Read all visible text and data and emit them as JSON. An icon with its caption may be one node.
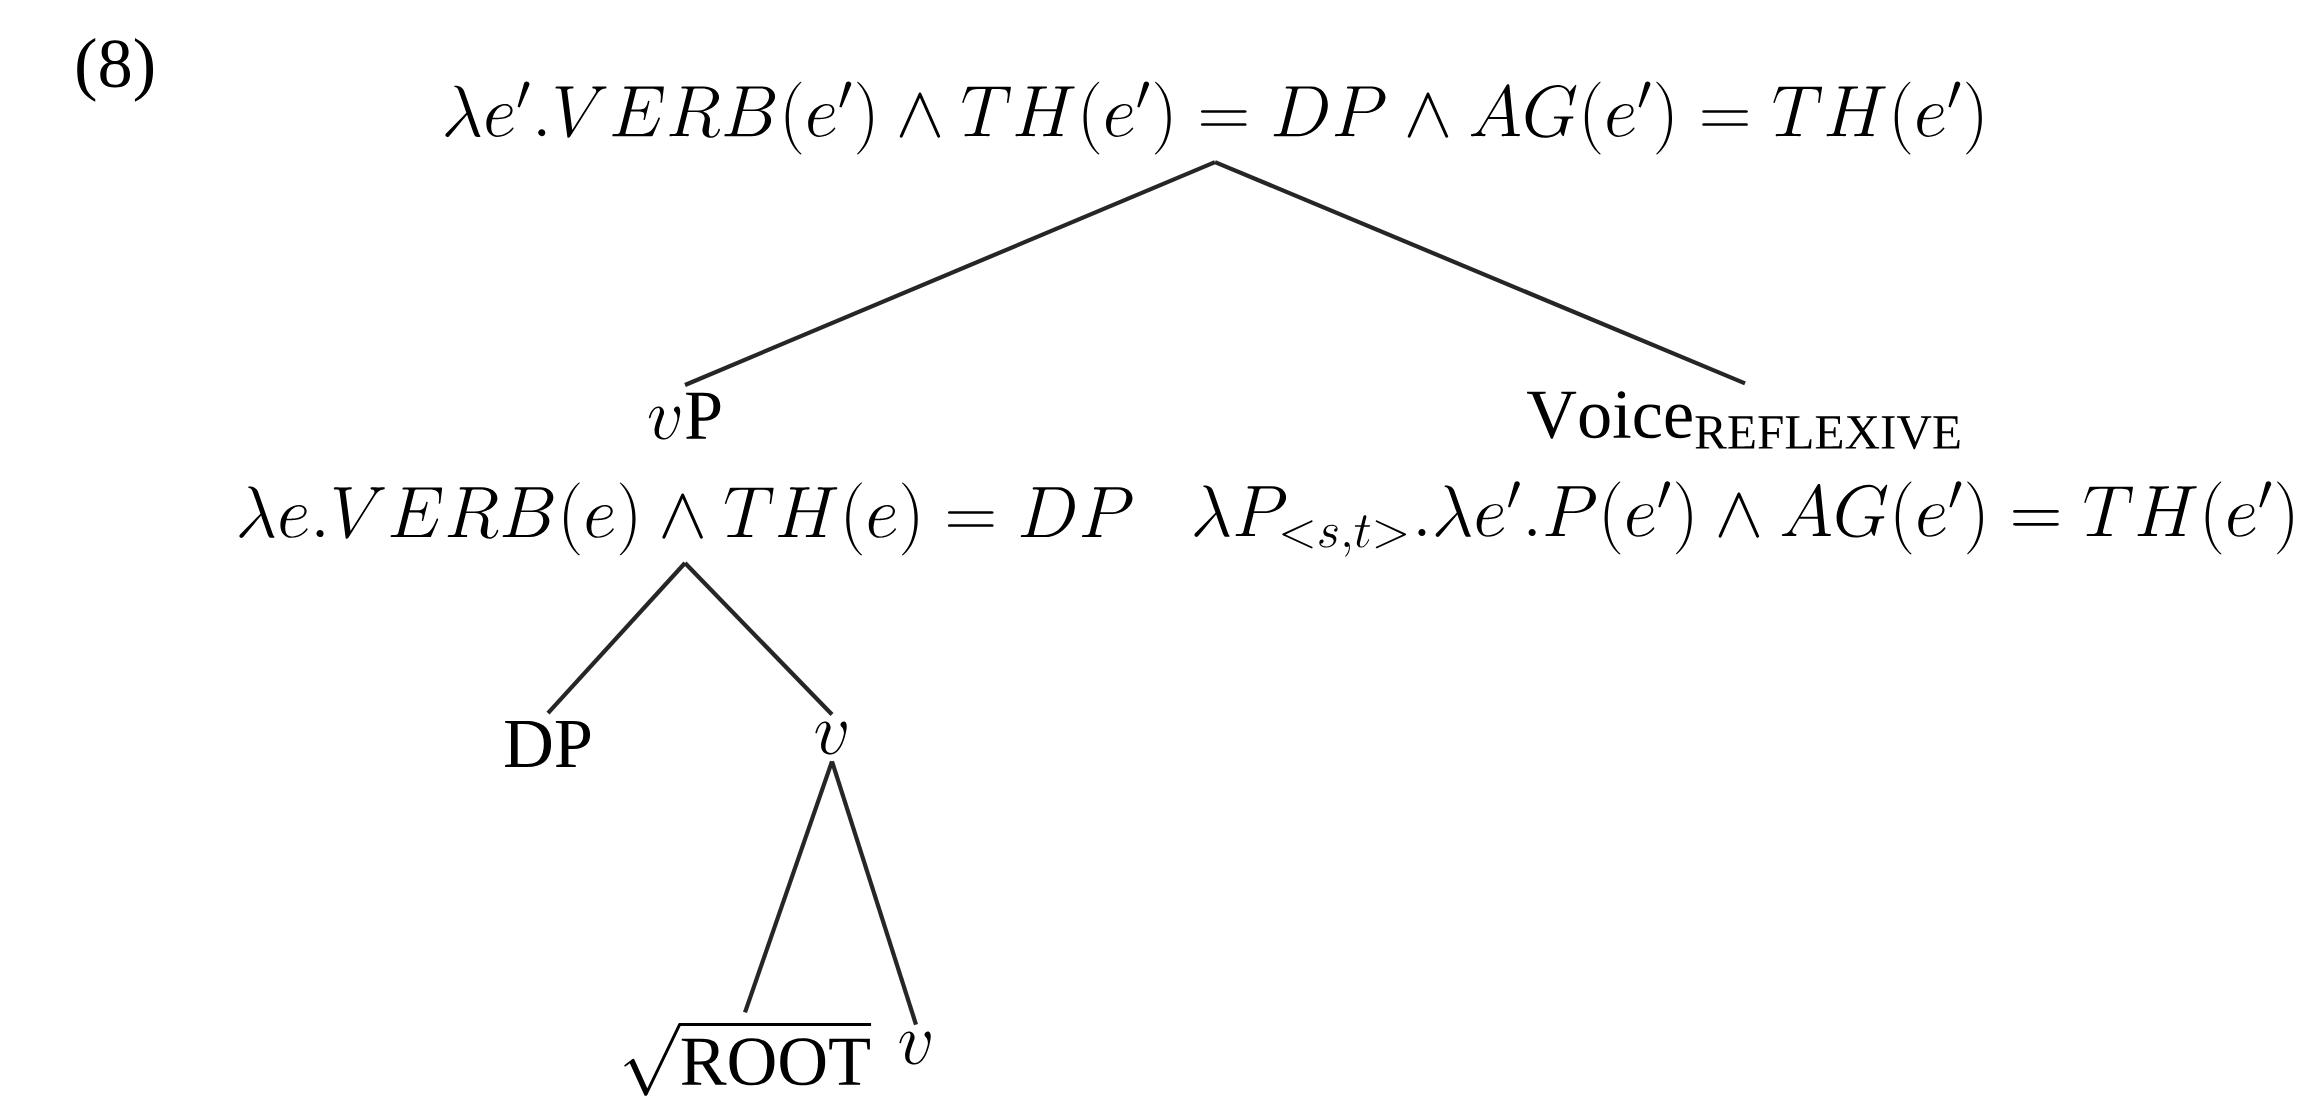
{
  "diagram": {
    "nodes": [
      {
        "text": [
          "\\lambda e'.VERB(e') \\wedge TH(e') = DP \\wedge AG(e') = TH(e')"
        ]
      },
      {
        "text": [
          "v\\mathrm{P}",
          "\\lambda e.VERB(e) \\wedge TH(e) = DP"
        ]
      },
      {
        "text": [
          "\\mathrm{Voice}_{\\mathrm{REFLEXIVE}}",
          "\\lambda P_{<s,t>}.\\lambda e'.P(e') \\wedge AG(e') = TH(e')"
        ]
      },
      {
        "text": [
          "DP"
        ]
      },
      {
        "text": [
          "v"
        ]
      },
      {
        "text": [
          "\\sqrt{\\mathrm{ROOT}}"
        ]
      },
      {
        "text": [
          "v"
        ]
      }
    ],
    "edges": [
      {
        "from": 0,
        "to": 1,
        "arrow": "none"
      },
      {
        "from": 0,
        "to": 2,
        "arrow": "none"
      },
      {
        "from": 1,
        "to": 3,
        "arrow": "none"
      },
      {
        "from": 1,
        "to": 4,
        "arrow": "none"
      },
      {
        "from": 4,
        "to": 5,
        "arrow": "none"
      },
      {
        "from": 4,
        "to": 6,
        "arrow": "none"
      }
    ],
    "labels": [
      "(8)"
    ]
  }
}
